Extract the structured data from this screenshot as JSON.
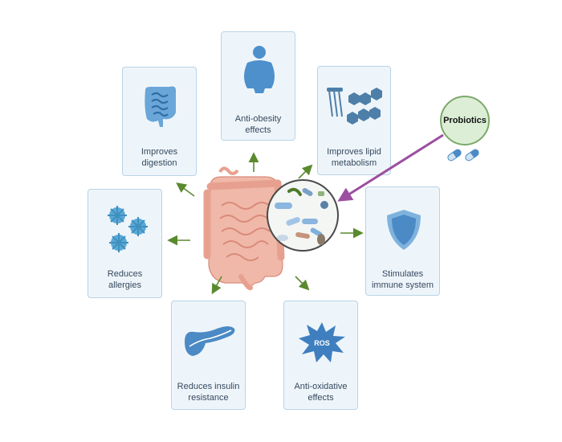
{
  "benefits": [
    {
      "id": "digestion",
      "label": "Improves\ndigestion",
      "icon": "intestine-icon"
    },
    {
      "id": "anti-obesity",
      "label": "Anti-obesity\neffects",
      "icon": "person-icon"
    },
    {
      "id": "lipid",
      "label": "Improves lipid\nmetabolism",
      "icon": "lipid-icon"
    },
    {
      "id": "allergies",
      "label": "Reduces\nallergies",
      "icon": "allergen-icon"
    },
    {
      "id": "immune",
      "label": "Stimulates\nimmune system",
      "icon": "shield-icon"
    },
    {
      "id": "insulin",
      "label": "Reduces insulin\nresistance",
      "icon": "pancreas-icon"
    },
    {
      "id": "oxidative",
      "label": "Anti-oxidative\neffects",
      "icon": "ros-burst-icon"
    }
  ],
  "probiotics": {
    "label": "Probiotics",
    "icon": "capsule-icon"
  },
  "ros_label": "ROS",
  "colors": {
    "card_bg": "#eef5fa",
    "card_border": "#b9d3e6",
    "icon_blue": "#5b9bd5",
    "arrow_green": "#5a8a2e",
    "probiotics_arrow": "#9c4fa0",
    "gut_pink": "#e8a49a"
  }
}
